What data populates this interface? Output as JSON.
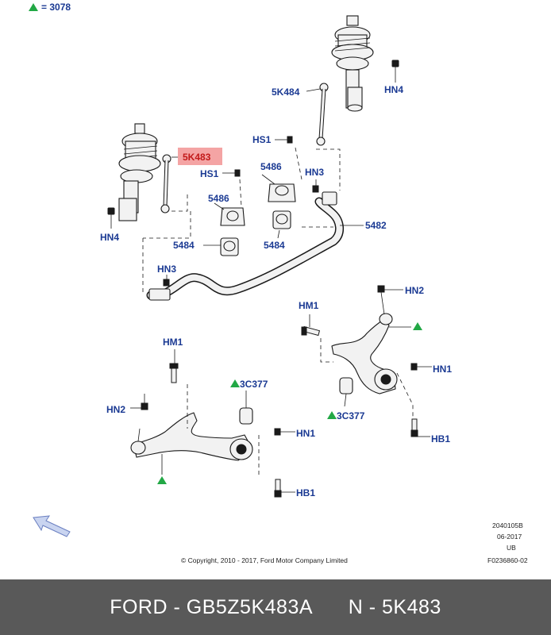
{
  "legend": {
    "value": "= 3078"
  },
  "labels": {
    "link_top": "5K484",
    "hn4_top": "HN4",
    "hs1_top": "HS1",
    "link_selected": "5K483",
    "hs1_mid": "HS1",
    "bushing_5486_right": "5486",
    "hn3_right": "HN3",
    "bushing_5486_left": "5486",
    "hn4_left": "HN4",
    "clamp_5484_left": "5484",
    "clamp_5484_right": "5484",
    "stabilizer_bar": "5482",
    "hn3_left": "HN3",
    "hn2_right": "HN2",
    "hm1_right": "HM1",
    "hn1_right": "HN1",
    "bush_3c377_right": "3C377",
    "hb1_right": "HB1",
    "hm1_left": "HM1",
    "bush_3c377_left": "3C377",
    "hn2_left": "HN2",
    "hn1_left": "HN1",
    "hb1_left": "HB1"
  },
  "meta": {
    "copyright": "© Copyright, 2010 - 2017, Ford Motor Company Limited",
    "code1": "2040105B",
    "date": "06-2017",
    "region": "UB",
    "figure": "F0236860-02"
  },
  "footer": {
    "part_number": "FORD - GB5Z5K483A",
    "ref": "N - 5K483"
  },
  "colors": {
    "label": "#1b3a93",
    "triangle": "#22a845",
    "highlight": "#f4a4a4",
    "footer_bg": "#595959"
  }
}
